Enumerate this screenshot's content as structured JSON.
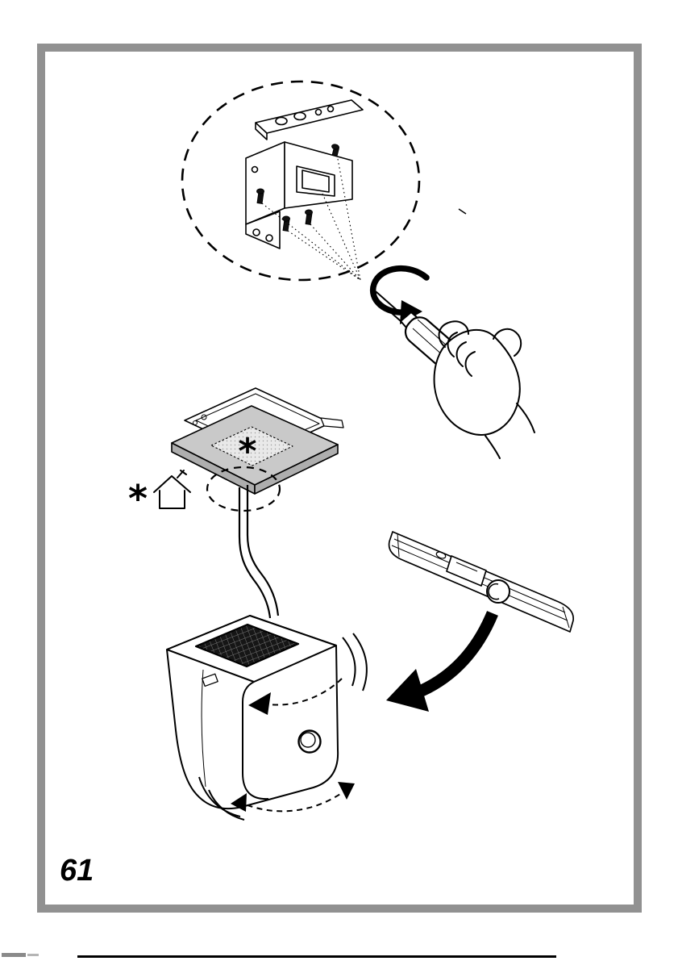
{
  "page": {
    "number": "61"
  },
  "labels": {
    "panel_asterisk": "*",
    "house_asterisk": "*"
  },
  "colors": {
    "frame_border": "#919191",
    "plate_gray": "#c9c9c9",
    "plate_side_gray": "#aeaeae",
    "cutout_dot_bg": "#e9e9e9",
    "mesh_dark": "#161616",
    "ink": "#000000",
    "paper": "#ffffff"
  },
  "figure_parts": {
    "callout": "bracket-and-screws-detail",
    "tool": "screwdriver",
    "rotate_arrow": "clockwise-rotation-arrow",
    "hand": "hand-holding-screwdriver",
    "plate": "ceiling-mounting-plate",
    "cable_circle": "cable-entry-dashed-circle",
    "house": "house-roof-vent-symbol",
    "duct": "power-cable",
    "unit": "hood-cube-unit",
    "grid": "filter-grid",
    "strip": "cover-strip",
    "arrow": "mounting-direction-arrow",
    "motion": "rotation-motion-arrows"
  }
}
